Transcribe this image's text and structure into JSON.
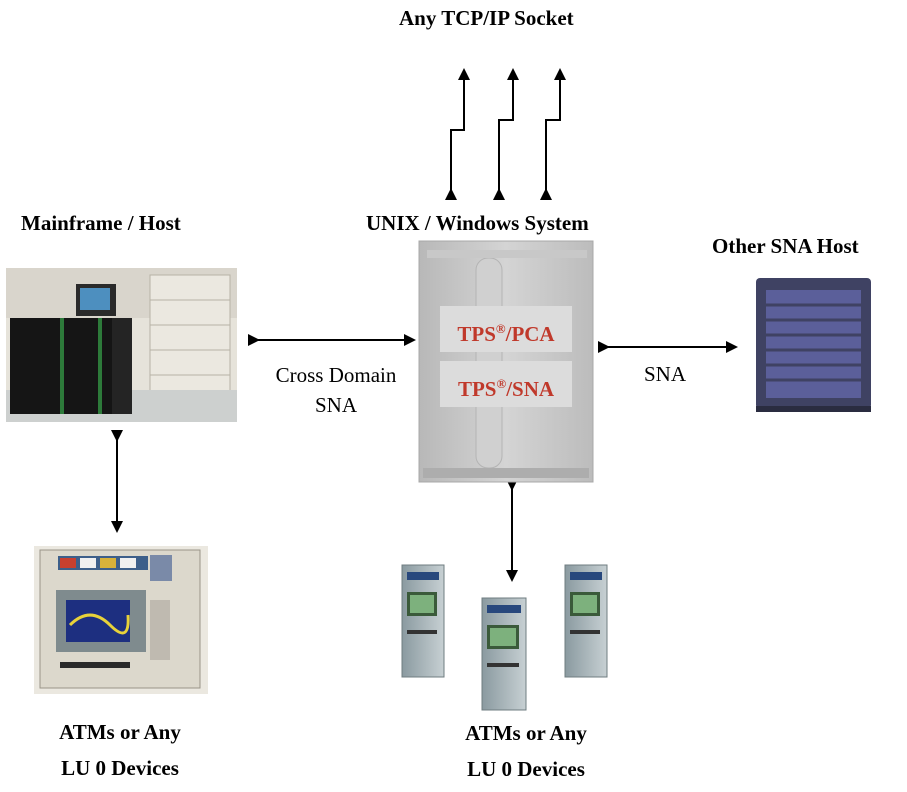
{
  "labels": {
    "tcp_socket": "Any TCP/IP Socket",
    "mainframe": "Mainframe / Host",
    "unix_system": "UNIX / Windows System",
    "other_host": "Other SNA Host",
    "cross_domain_line1": "Cross Domain",
    "cross_domain_line2": "SNA",
    "sna": "SNA",
    "atm_left_line1": "ATMs or Any",
    "atm_left_line2": "LU 0 Devices",
    "atm_right_line1": "ATMs or Any",
    "atm_right_line2": "LU 0 Devices"
  },
  "tps_boxes": {
    "pca_prefix": "TPS",
    "pca_mark": "®",
    "pca_suffix": "/PCA",
    "sna_prefix": "TPS",
    "sna_mark": "®",
    "sna_suffix": "/SNA"
  },
  "colors": {
    "tps_text": "#c0392b",
    "tps_box": "#dcdcdc",
    "server_body": "#c4c4c4",
    "sna_host_panel": "#5b5f9a"
  }
}
